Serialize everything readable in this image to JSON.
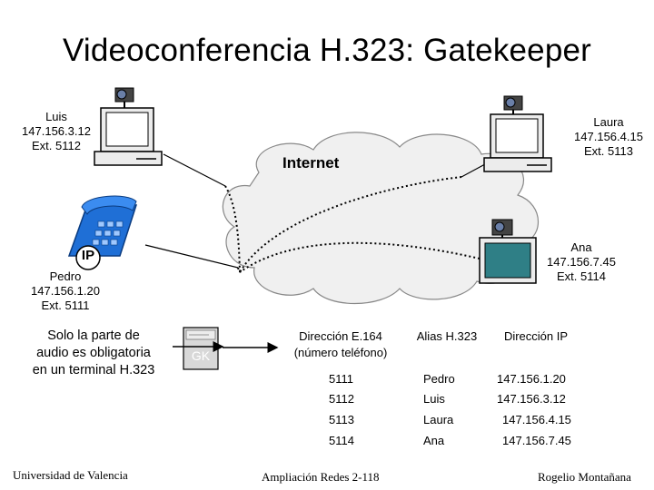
{
  "title": "Videoconferencia H.323: Gatekeeper",
  "cloud_label": "Internet",
  "endpoints": {
    "luis": {
      "name": "Luis",
      "ip": "147.156.3.12",
      "ext": "Ext. 5112"
    },
    "laura": {
      "name": "Laura",
      "ip": "147.156.4.15",
      "ext": "Ext. 5113"
    },
    "pedro": {
      "name": "Pedro",
      "ip": "147.156.1.20",
      "ext": "Ext. 5111"
    },
    "ana": {
      "name": "Ana",
      "ip": "147.156.7.45",
      "ext": "Ext. 5114"
    }
  },
  "phone_badge": "IP",
  "gatekeeper_label": "GK",
  "note": [
    "Solo la parte de",
    "audio es obligatoria",
    "en un terminal H.323"
  ],
  "table": {
    "headers": {
      "e164_line1": "Dirección E.164",
      "e164_line2": "(número teléfono)",
      "alias": "Alias H.323",
      "ip": "Dirección IP"
    },
    "rows": [
      {
        "e164": "5111",
        "alias": "Pedro",
        "ip": "147.156.1.20"
      },
      {
        "e164": "5112",
        "alias": "Luis",
        "ip": "147.156.3.12"
      },
      {
        "e164": "5113",
        "alias": "Laura",
        "ip": "147.156.4.15"
      },
      {
        "e164": "5114",
        "alias": "Ana",
        "ip": "147.156.7.45"
      }
    ]
  },
  "footer": {
    "left": "Universidad de Valencia",
    "center": "Ampliación Redes 2-118",
    "right": "Rogelio Montañana"
  }
}
